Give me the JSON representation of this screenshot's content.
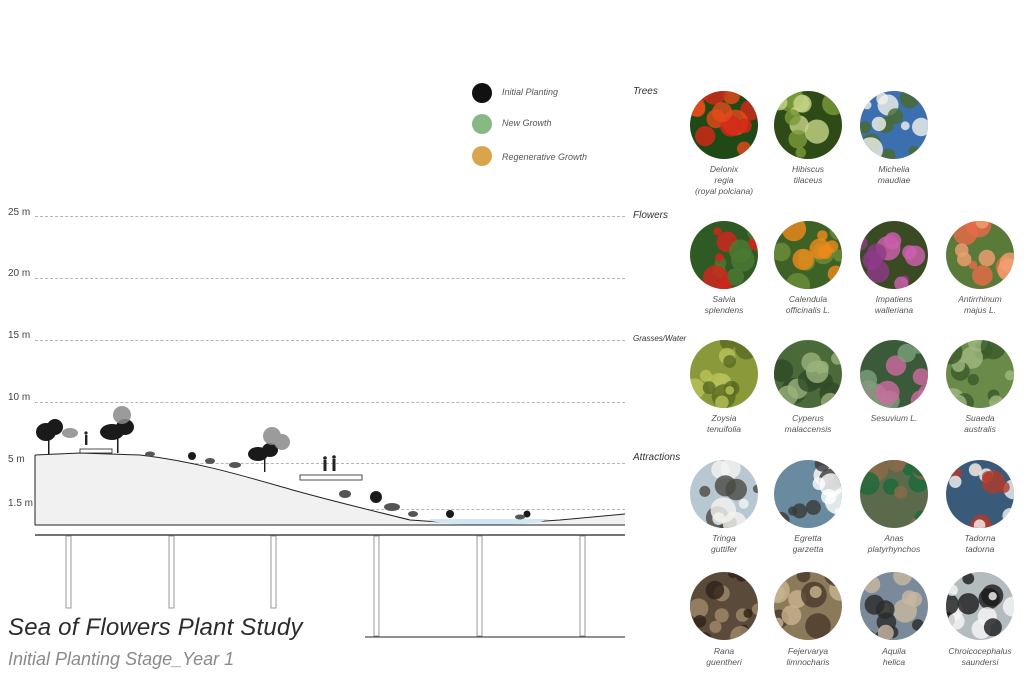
{
  "title": "Sea of Flowers Plant Study",
  "subtitle": "Initial Planting Stage_Year 1",
  "legend": [
    {
      "label": "Initial Planting",
      "color": "#111111"
    },
    {
      "label": "New Growth",
      "color": "#86b984"
    },
    {
      "label": "Regenerative Growth",
      "color": "#d9a54c"
    }
  ],
  "elevations": [
    "25 m",
    "20 m",
    "15 m",
    "10 m",
    "5 m",
    "1.5 m"
  ],
  "categories": {
    "trees": "Trees",
    "flowers": "Flowers",
    "grasses": "Grasses/Water",
    "attractions": "Attractions"
  },
  "species": {
    "trees": [
      {
        "name": "Delonix\nregia\n(royal polciana)",
        "icon": "red-flowering-tree-photo",
        "colors": [
          "#1f4a16",
          "#d8271a",
          "#e64a1a"
        ]
      },
      {
        "name": "Hibiscus\ntilaceus",
        "icon": "green-foliage-photo",
        "colors": [
          "#2e4a17",
          "#7a9a3a",
          "#c7d48a"
        ]
      },
      {
        "name": "Michelia\nmaudiae",
        "icon": "white-blossom-tree-photo",
        "colors": [
          "#3c6fb0",
          "#f2f2ea",
          "#4a6a2a"
        ]
      }
    ],
    "flowers": [
      {
        "name": "Salvia\nsplendens",
        "icon": "red-salvia-photo",
        "colors": [
          "#2f5a23",
          "#d8231c",
          "#4c7a33"
        ]
      },
      {
        "name": "Calendula\nofficinalis L.",
        "icon": "orange-calendula-photo",
        "colors": [
          "#3e6226",
          "#f08a1a",
          "#6d8e3a"
        ]
      },
      {
        "name": "Impatiens\nwalleriana",
        "icon": "pink-impatiens-photo",
        "colors": [
          "#3a4a22",
          "#d060b0",
          "#8e3a8a"
        ]
      },
      {
        "name": "Antirrhinum\nmajus L.",
        "icon": "snapdragon-photo",
        "colors": [
          "#5a7a3a",
          "#f0a070",
          "#e86a4a"
        ]
      }
    ],
    "grasses": [
      {
        "name": "Zoysia\ntenuifolia",
        "icon": "moss-grass-photo",
        "colors": [
          "#8a9a3a",
          "#b8c25a",
          "#5a6a22"
        ]
      },
      {
        "name": "Cyperus\nmalaccensis",
        "icon": "reed-grass-photo",
        "colors": [
          "#4a6a3a",
          "#9ab27a",
          "#2e4a28"
        ]
      },
      {
        "name": "Sesuvium L.",
        "icon": "succulent-leaves-photo",
        "colors": [
          "#3a5a3a",
          "#7aa07a",
          "#d06aa0"
        ]
      },
      {
        "name": "Suaeda\naustralis",
        "icon": "suaeda-shrub-photo",
        "colors": [
          "#6a8a4a",
          "#a0b880",
          "#3a5a2a"
        ]
      }
    ],
    "attractions": [
      {
        "name": "Tringa\nguttifer",
        "icon": "sandpiper-photo",
        "colors": [
          "#b8c8d2",
          "#f4f4f0",
          "#4a4a44"
        ]
      },
      {
        "name": "Egretta\ngarzetta",
        "icon": "egret-photo",
        "colors": [
          "#6a8aa0",
          "#ffffff",
          "#3a3a3a"
        ]
      },
      {
        "name": "Anas\nplatyrhynchos",
        "icon": "mallard-duck-photo",
        "colors": [
          "#5a6a4a",
          "#1a6a3a",
          "#8a6a4a"
        ]
      },
      {
        "name": "Tadorna\ntadorna",
        "icon": "shelduck-photo",
        "colors": [
          "#3a5a7a",
          "#f4f4f4",
          "#b03a2a"
        ]
      }
    ],
    "attractions2": [
      {
        "name": "Rana\nguentheri",
        "icon": "brown-frog-photo",
        "colors": [
          "#5a4a3a",
          "#a08a6a",
          "#2e2218"
        ]
      },
      {
        "name": "Fejervarya\nlimnocharis",
        "icon": "spotted-frog-photo",
        "colors": [
          "#8a7a5a",
          "#c8b490",
          "#4a3a2a"
        ]
      },
      {
        "name": "Aquila\nhelica",
        "icon": "eagle-photo",
        "colors": [
          "#7a8a9a",
          "#2a2a2a",
          "#c8b8a0"
        ]
      },
      {
        "name": "Chroicocephalus\nsaundersi",
        "icon": "gull-photo",
        "colors": [
          "#b4bcc0",
          "#f6f6f6",
          "#1a1a1a"
        ]
      }
    ]
  }
}
